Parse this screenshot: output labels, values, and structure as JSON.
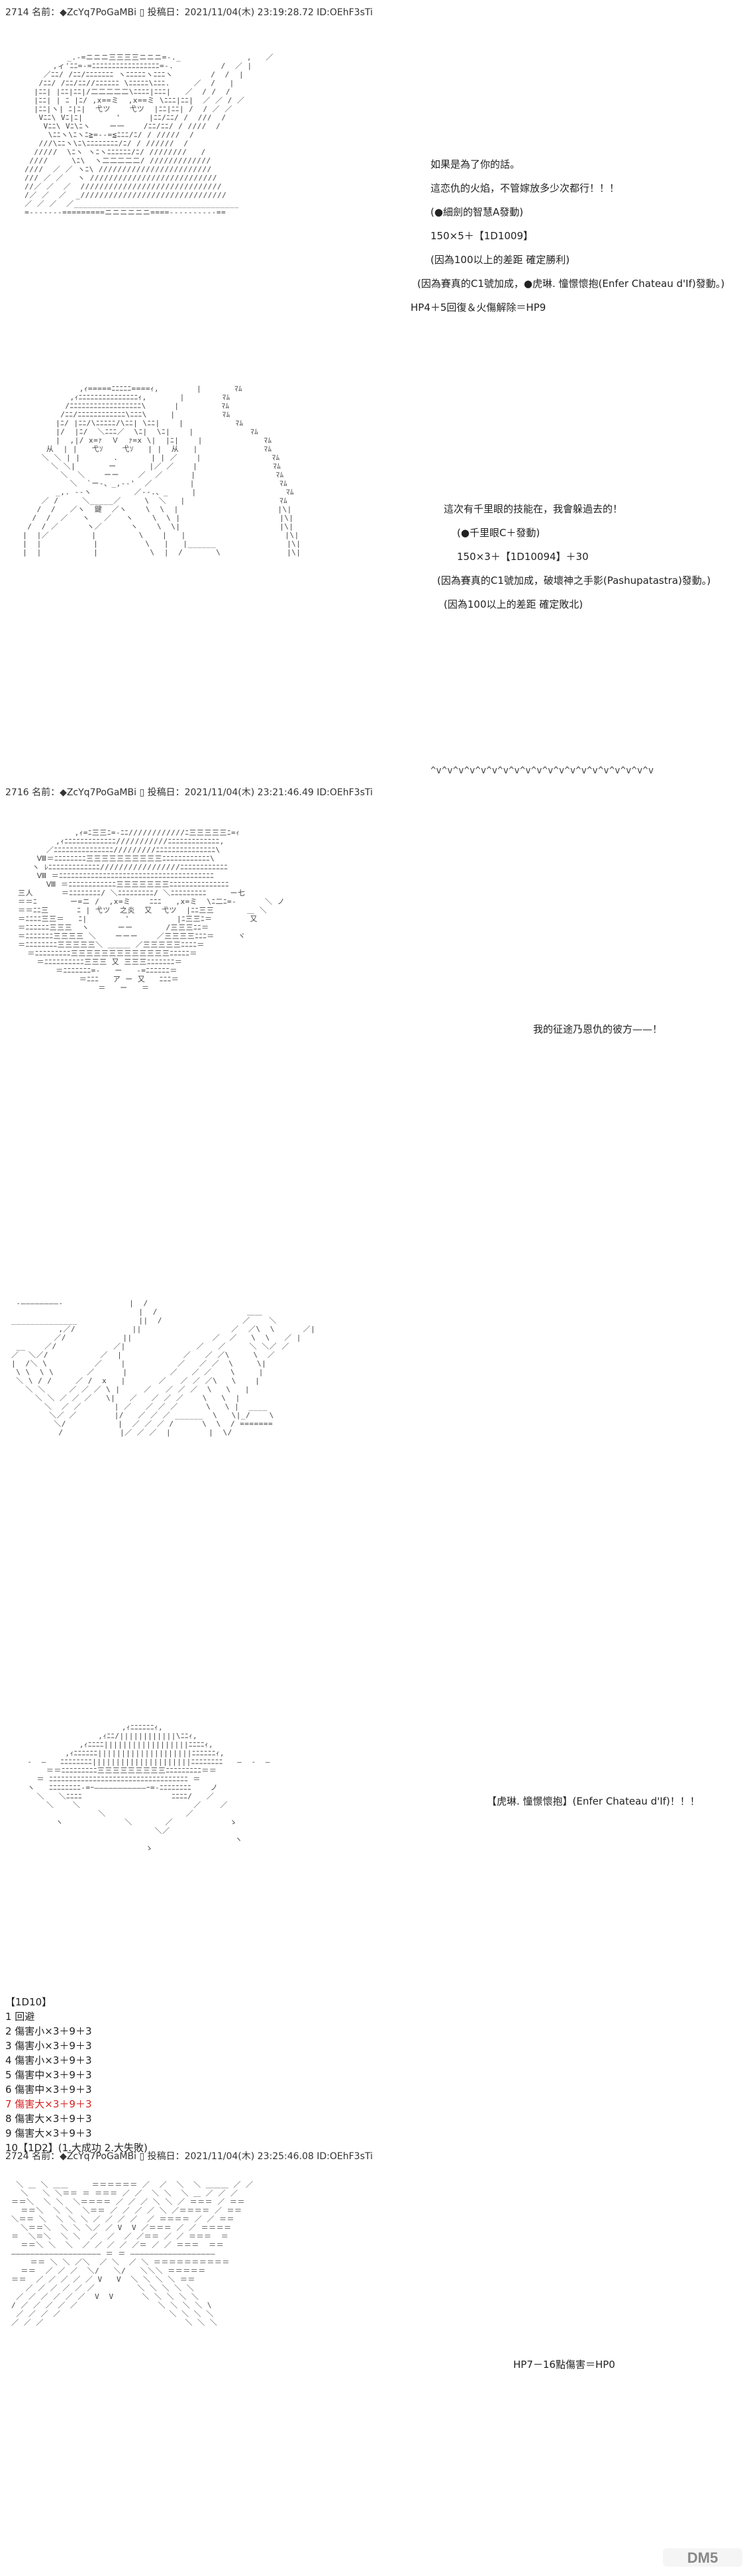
{
  "posts": [
    {
      "header": "2714 名前：◆ZcYq7PoGaMBi ▯ 投稿日：2021/11/04(木) 23:19:28.72 ID:OEhF3sTi"
    },
    {
      "header": "2716 名前：◆ZcYq7PoGaMBi ▯ 投稿日：2021/11/04(木) 23:21:46.49 ID:OEhF3sTi"
    },
    {
      "header": "2724 名前：◆ZcYq7PoGaMBi ▯ 投稿日：2021/11/04(木) 23:25:46.08 ID:OEhF3sTi"
    }
  ],
  "block1": {
    "lines": [
      "如果是為了你的話。",
      "這恋仇的火焰，不管嫁放多少次都行！！！",
      "(●細劍的智慧A發動)",
      "150×5＋【1D1009】",
      "(因為100以上的差距 確定勝利)",
      "(因為賽真的C1號加成，●虎琳. 憧憬懷抱(Enfer Chateau d'If)發動。)",
      "HP4＋5回復＆火傷解除＝HP9"
    ]
  },
  "block2": {
    "lines": [
      "這次有千里眼的技能在，我會躲過去的！",
      "(●千里眼C＋發動)",
      "150×3＋【1D10094】＋30",
      "(因為賽真的C1號加成，破壞神之手影(Pashupatastra)發動。)",
      "(因為100以上的差距 確定敗北)"
    ]
  },
  "block3": {
    "line": "我的征途乃恩仇的彼方——！"
  },
  "block4": {
    "line": "【虎琳. 憧憬懷抱】(Enfer Chateau d'If)！！！"
  },
  "dice": {
    "title": "【1D10】",
    "items": [
      {
        "text": "1 回避",
        "red": false
      },
      {
        "text": "2 傷害小×3＋9＋3",
        "red": false
      },
      {
        "text": "3 傷害小×3＋9＋3",
        "red": false
      },
      {
        "text": "4 傷害小×3＋9＋3",
        "red": false
      },
      {
        "text": "5 傷害中×3＋9＋3",
        "red": false
      },
      {
        "text": "6 傷害中×3＋9＋3",
        "red": false
      },
      {
        "text": "7 傷害大×3＋9＋3",
        "red": true
      },
      {
        "text": "8 傷害大×3＋9＋3",
        "red": false
      },
      {
        "text": "9 傷害大×3＋9＋3",
        "red": false
      },
      {
        "text": "10【1D2】(1.大成功 2.大失敗)",
        "red": false
      }
    ]
  },
  "block5": {
    "line": "HP7－16點傷害＝HP0"
  },
  "colors": {
    "text": "#222222",
    "highlight": "#d62020",
    "art": "#444444"
  },
  "watermark": {
    "icon": "dm5-logo"
  }
}
